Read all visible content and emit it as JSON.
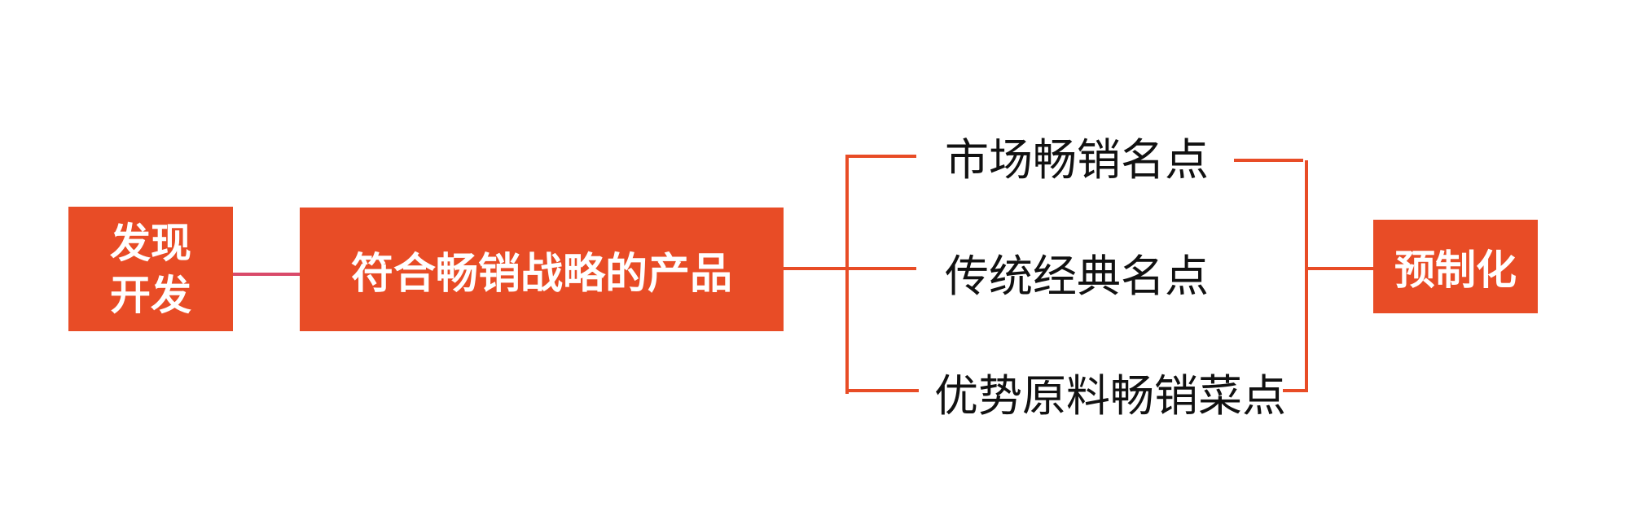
{
  "diagram": {
    "accent_color": "#e84c26",
    "link_color": "#d94a6a",
    "nodes": {
      "discover": "发现\n开发",
      "product": "符合畅销战略的产品",
      "prefab": "预制化"
    },
    "leaves": [
      "市场畅销名点",
      "传统经典名点",
      "优势原料畅销菜点"
    ]
  }
}
